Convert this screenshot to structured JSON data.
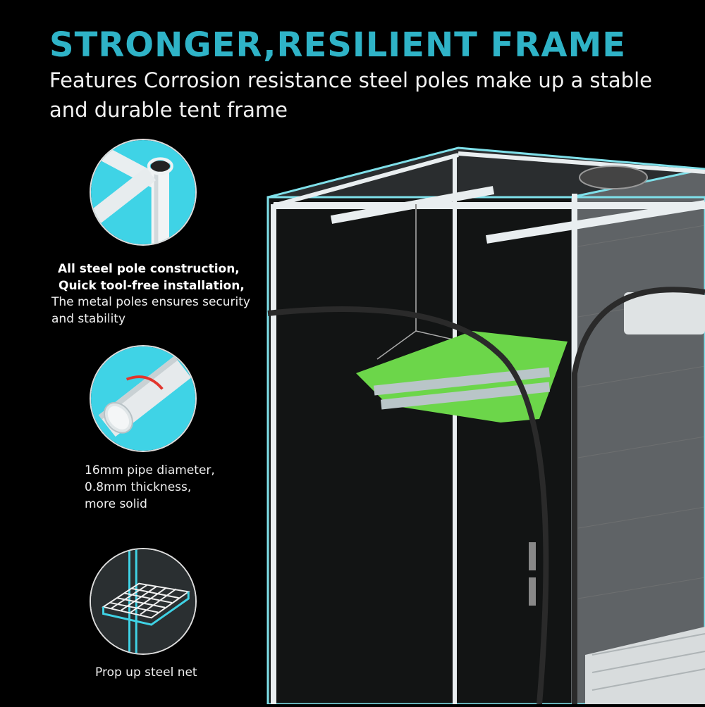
{
  "header": {
    "title": "STRONGER,RESILIENT FRAME",
    "subtitle": "Features Corrosion resistance steel poles make up a stable and durable tent frame"
  },
  "features": [
    {
      "bold_line1": "All steel pole construction,",
      "bold_line2": "Quick tool-free installation,",
      "text": "The metal poles ensures security and stability"
    },
    {
      "text_line1": "16mm pipe diameter,",
      "text_line2": "0.8mm thickness,",
      "text_line3": "more solid"
    },
    {
      "text": "Prop up steel net"
    }
  ],
  "colors": {
    "accent": "#2fb3c7",
    "background": "#000000",
    "circle_fill": "#3fd3e6",
    "light_bar": "#6cd64a"
  },
  "icons": [
    "pole-joint-icon",
    "pipe-cross-section-icon",
    "steel-net-icon"
  ]
}
